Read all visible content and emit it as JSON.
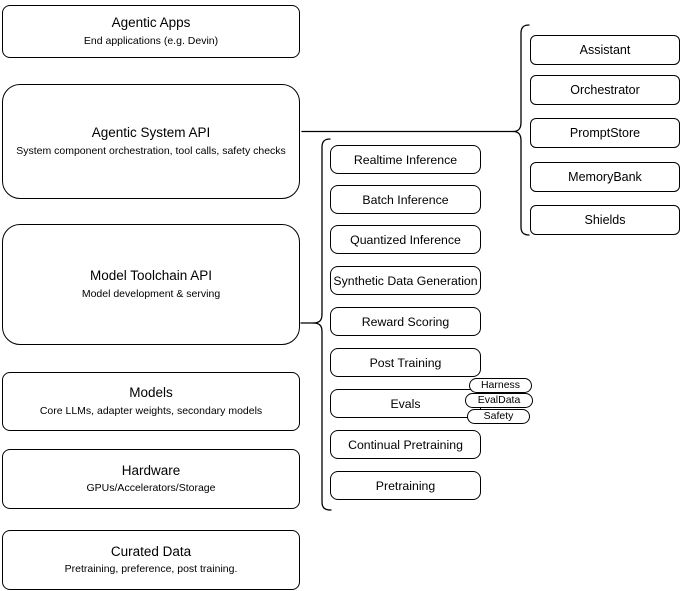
{
  "diagram": {
    "left_stack": [
      {
        "title": "Agentic Apps",
        "subtitle": "End applications (e.g. Devin)"
      },
      {
        "title": "Agentic System API",
        "subtitle": "System component orchestration, tool calls, safety checks"
      },
      {
        "title": "Model Toolchain API",
        "subtitle": "Model development & serving"
      },
      {
        "title": "Models",
        "subtitle": "Core LLMs, adapter weights, secondary models"
      },
      {
        "title": "Hardware",
        "subtitle": "GPUs/Accelerators/Storage"
      },
      {
        "title": "Curated Data",
        "subtitle": "Pretraining, preference, post training."
      }
    ],
    "toolchain_components": [
      "Realtime Inference",
      "Batch Inference",
      "Quantized Inference",
      "Synthetic Data Generation",
      "Reward Scoring",
      "Post Training",
      "Evals",
      "Continual Pretraining",
      "Pretraining"
    ],
    "eval_tags": [
      "Harness",
      "EvalData",
      "Safety"
    ],
    "system_components": [
      "Assistant",
      "Orchestrator",
      "PromptStore",
      "MemoryBank",
      "Shields"
    ],
    "colors": {
      "stroke": "#000000",
      "node_fill": "#ffffff",
      "background": "#ffffff"
    }
  }
}
